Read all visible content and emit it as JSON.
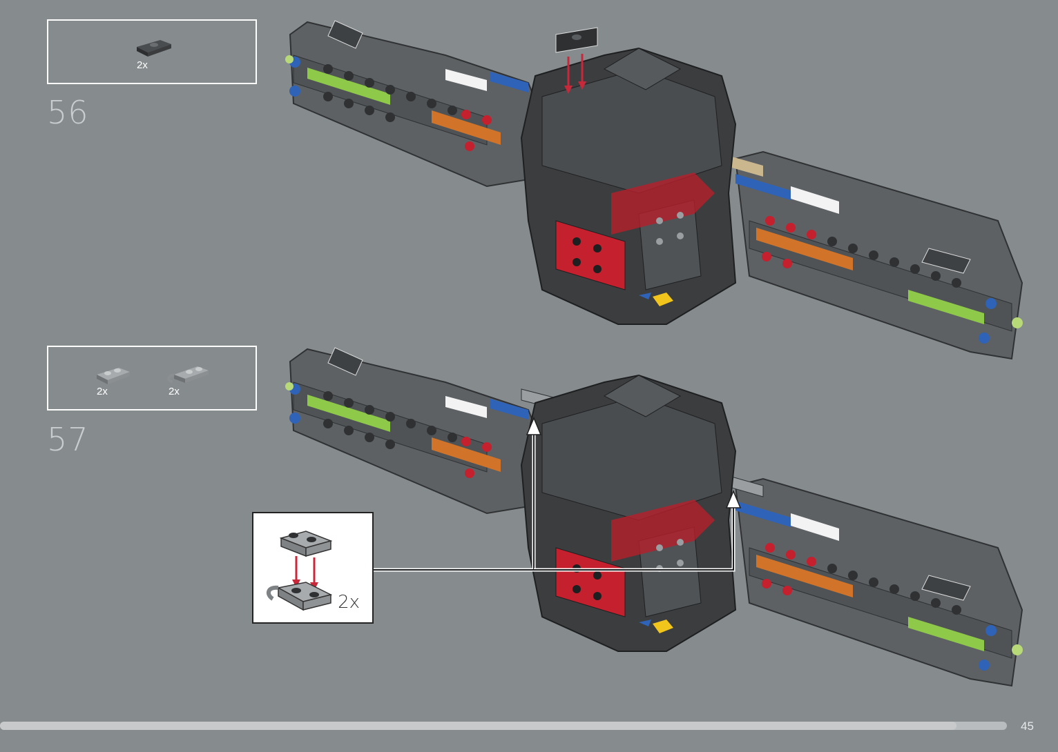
{
  "steps": [
    {
      "number": "56",
      "parts": [
        {
          "quantity": "2x",
          "icon": "plate-1x2-jumper-icon"
        }
      ]
    },
    {
      "number": "57",
      "parts": [
        {
          "quantity": "2x",
          "icon": "plate-1x2-icon"
        },
        {
          "quantity": "2x",
          "icon": "plate-1x2-clip-icon"
        }
      ]
    }
  ],
  "subassembly": {
    "quantity": "2x"
  },
  "page": {
    "number": "45",
    "progress": 0.95
  },
  "colors": {
    "background": "#868b8e",
    "arrow": "#c7283a",
    "frame": "#ffffff"
  }
}
